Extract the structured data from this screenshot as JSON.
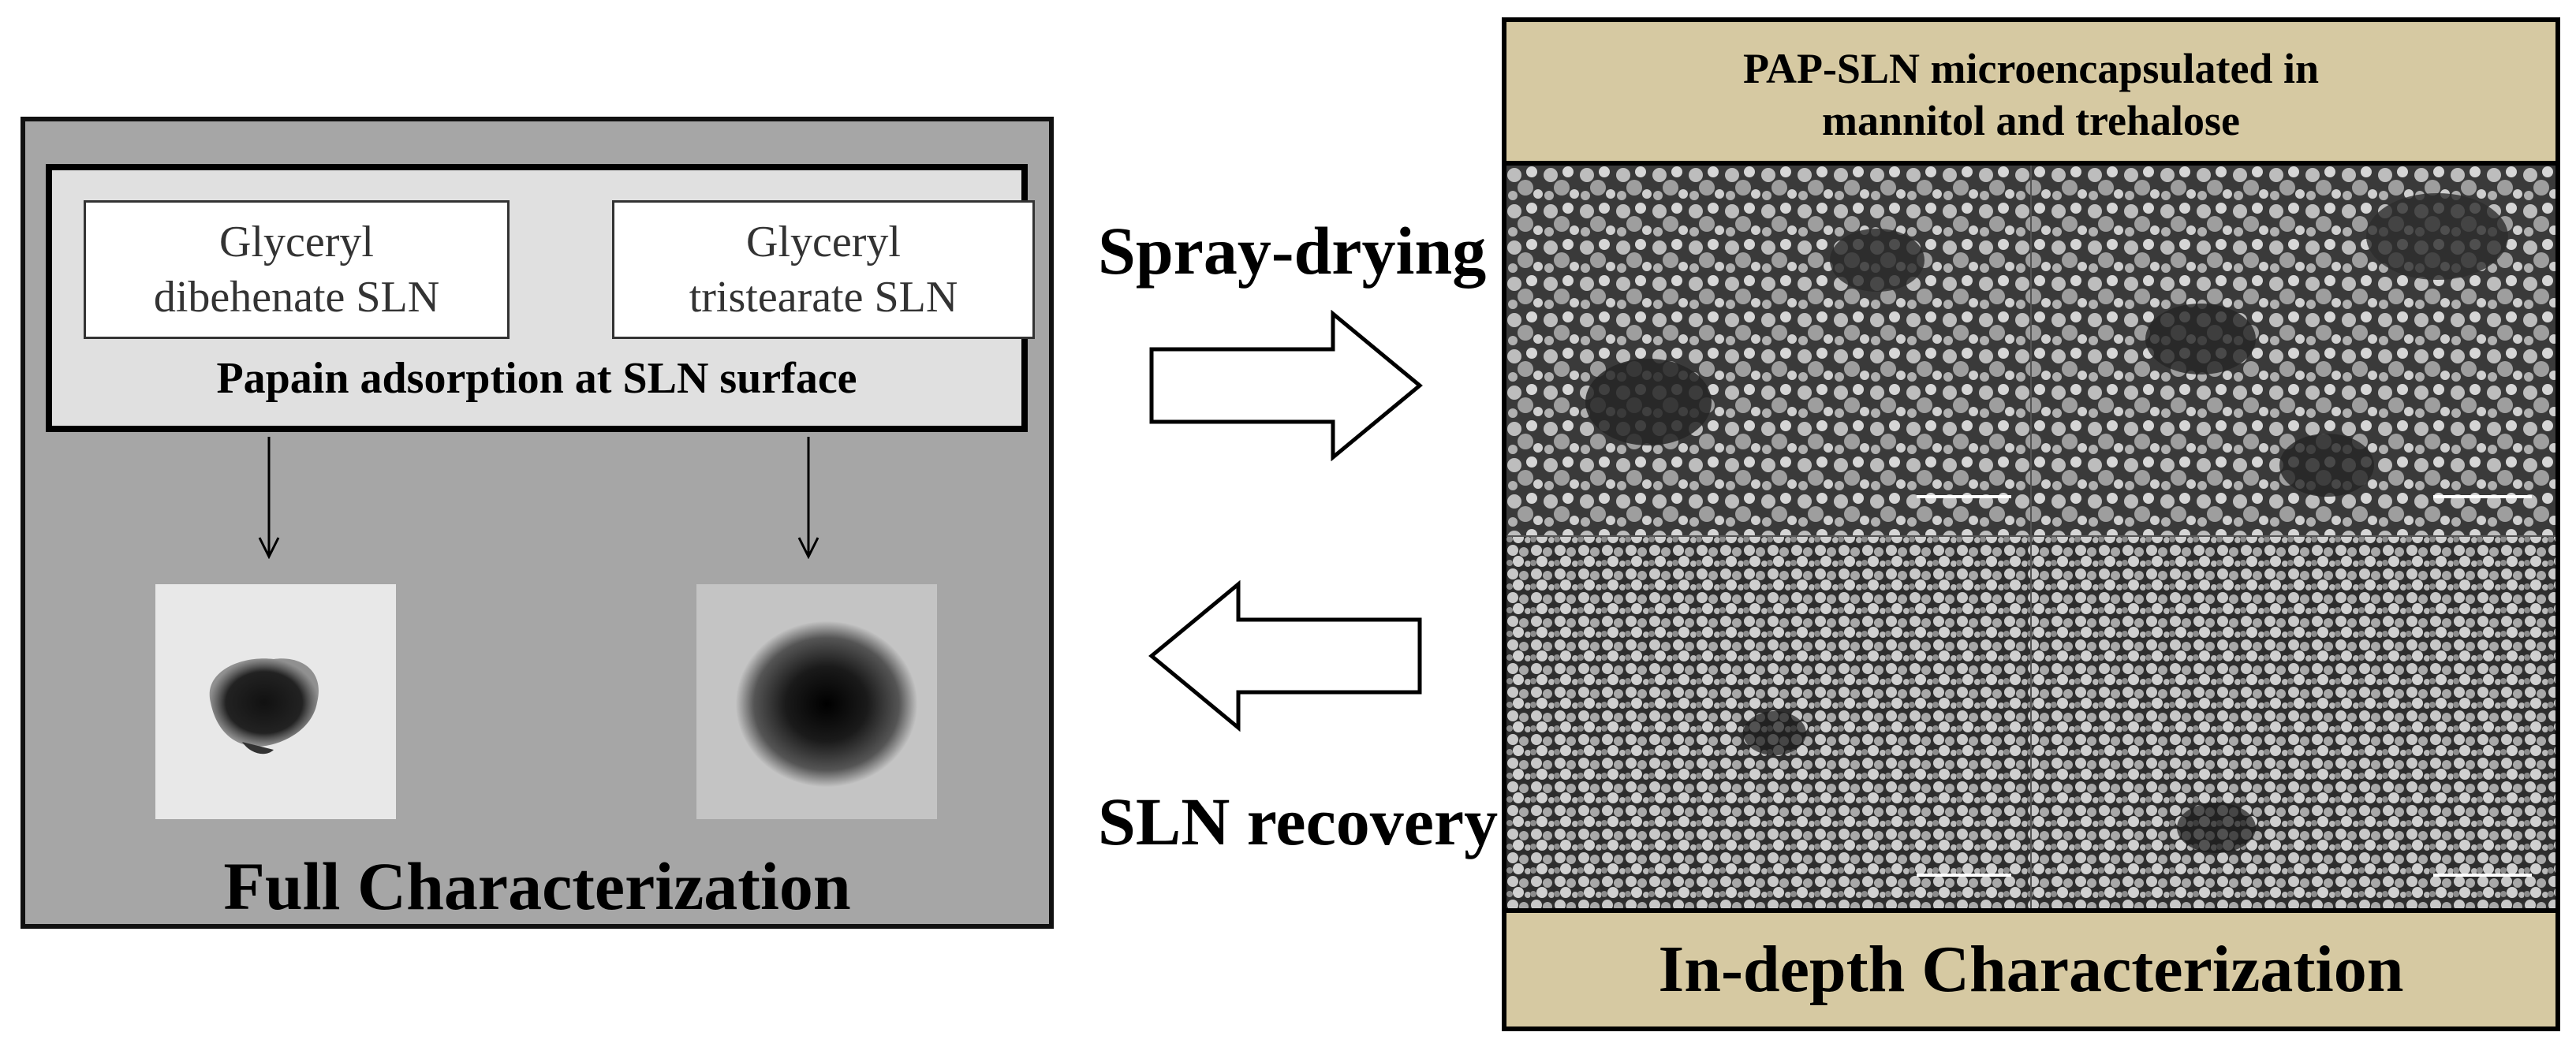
{
  "left": {
    "sln_types": [
      {
        "line1": "Glyceryl",
        "line2": "dibehenate SLN"
      },
      {
        "line1": "Glyceryl",
        "line2": "tristearate SLN"
      }
    ],
    "adsorption_label": "Papain adsorption at SLN surface",
    "bottom_label": "Full Characterization"
  },
  "middle": {
    "forward_label": "Spray-drying",
    "backward_label": "SLN recovery"
  },
  "right": {
    "header_line1": "PAP-SLN microencapsulated in",
    "header_line2": "mannitol and trehalose",
    "footer_label": "In-depth Characterization"
  }
}
